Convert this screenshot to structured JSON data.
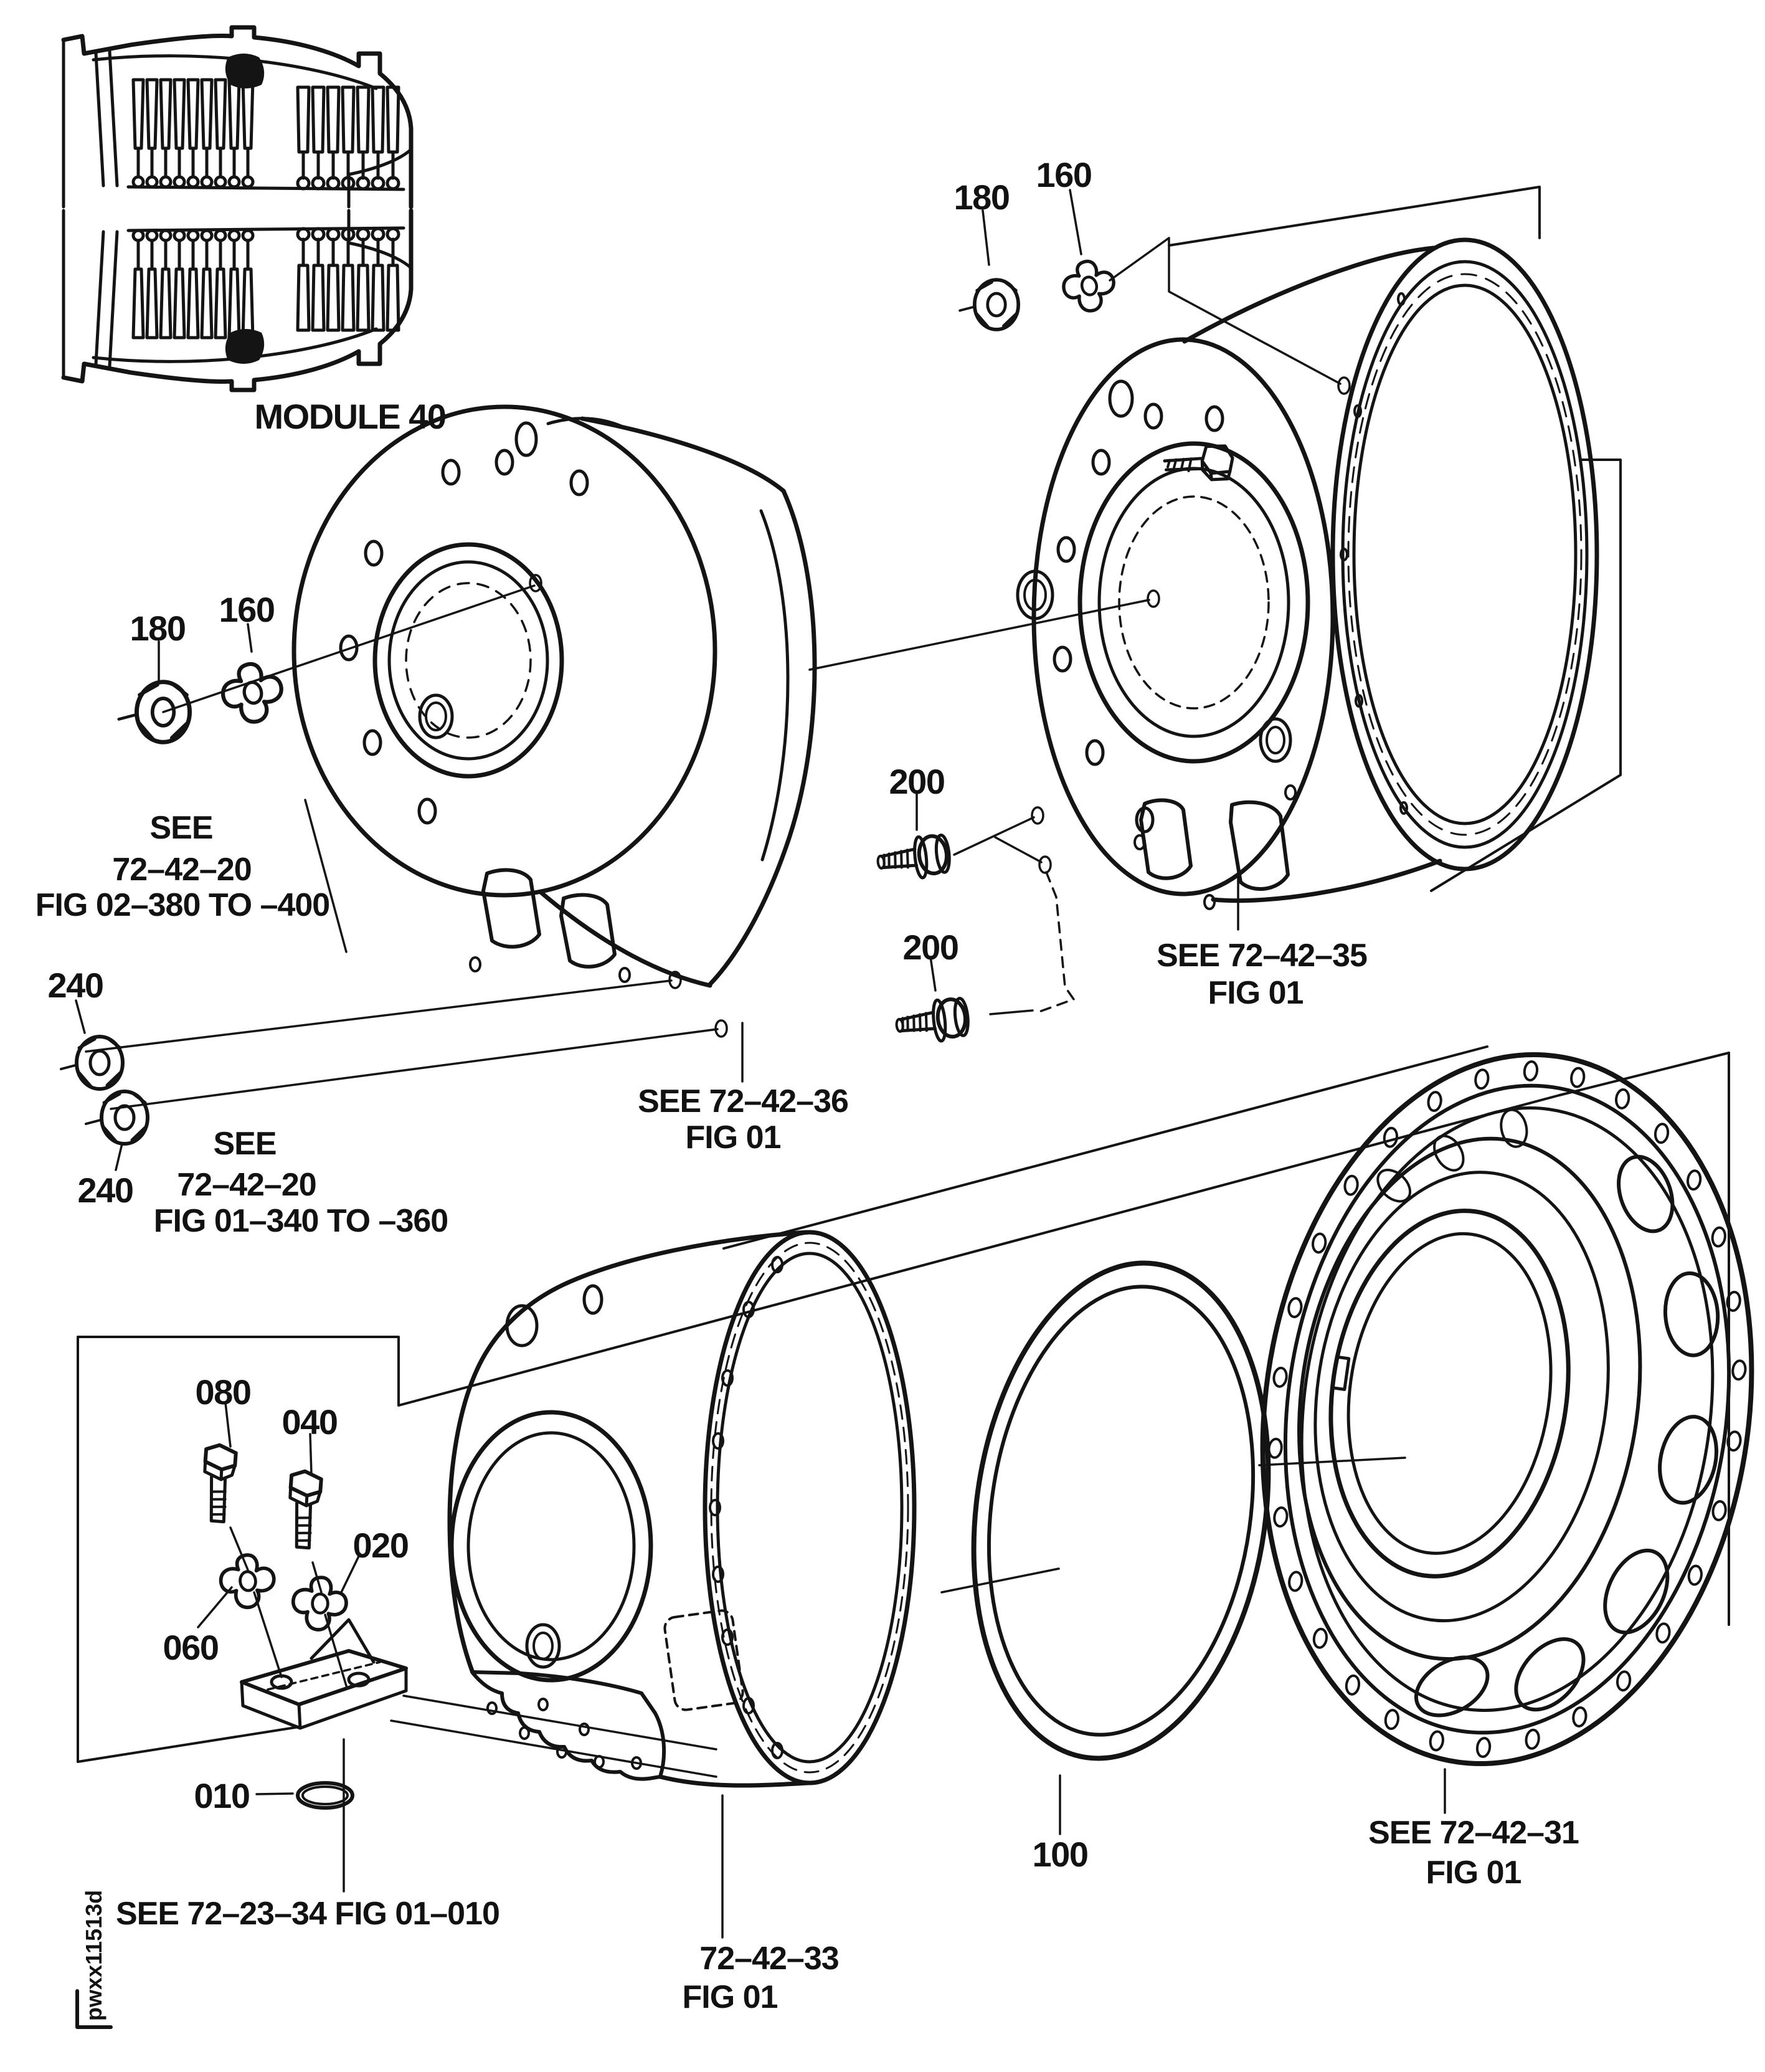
{
  "figure": {
    "module_label": "MODULE 40",
    "watermark": "pwxx11513d",
    "callouts": {
      "t180": "180",
      "t160": "160",
      "l180": "180",
      "l160": "160",
      "n240a": "240",
      "n240b": "240",
      "n200a": "200",
      "n200b": "200",
      "n100": "100",
      "b080": "080",
      "b040": "040",
      "b020": "020",
      "b060": "060",
      "b010": "010"
    },
    "refs": {
      "see4220a": {
        "l1": "SEE",
        "l2": "72–42–20",
        "l3": "FIG 02–380 TO –400"
      },
      "see4220b": {
        "l1": "SEE",
        "l2": "72–42–20",
        "l3": "FIG 01–340 TO –360"
      },
      "see4236": {
        "l1": "SEE 72–42–36",
        "l2": "FIG 01"
      },
      "see4235": {
        "l1": "SEE 72–42–35",
        "l2": "FIG 01"
      },
      "see4231": {
        "l1": "SEE 72–42–31",
        "l2": "FIG 01"
      },
      "fig4233": {
        "l1": "72–42–33",
        "l2": "FIG 01"
      },
      "see7223": "SEE 72–23–34  FIG 01–010"
    }
  }
}
